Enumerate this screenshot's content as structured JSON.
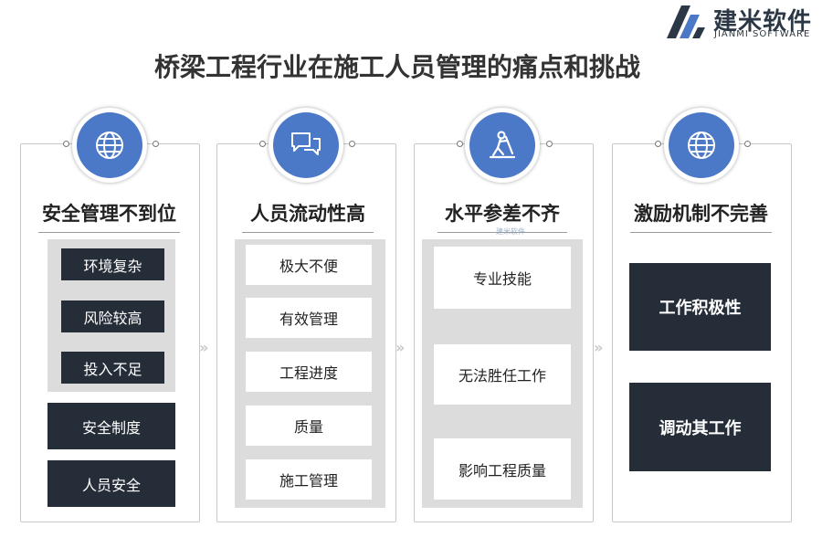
{
  "brand": {
    "name_cn": "建米软件",
    "name_en": "JIANMI SOFTWARE",
    "color": "#2c3845"
  },
  "title": "桥梁工程行业在施工人员管理的痛点和挑战",
  "watermark": "建米软件",
  "colors": {
    "icon_bg": "#4b79c8",
    "dark_box": "#252d38",
    "gray_panel": "#dcdcdc"
  },
  "columns": [
    {
      "icon": "globe-icon",
      "heading": "安全管理不到位",
      "panel_items": [
        "环境复杂",
        "风险较高",
        "投入不足"
      ],
      "items": [
        "安全制度",
        "人员安全"
      ]
    },
    {
      "icon": "chat-bubbles-icon",
      "heading": "人员流动性高",
      "items": [
        "极大不便",
        "有效管理",
        "工程进度",
        "质量",
        "施工管理"
      ]
    },
    {
      "icon": "worker-icon",
      "heading": "水平参差不齐",
      "items": [
        "专业技能",
        "无法胜任工作",
        "影响工程质量"
      ]
    },
    {
      "icon": "globe-icon",
      "heading": "激励机制不完善",
      "items": [
        "工作积极性",
        "调动其工作"
      ]
    }
  ],
  "arrows": [
    "»",
    "»",
    "»"
  ]
}
